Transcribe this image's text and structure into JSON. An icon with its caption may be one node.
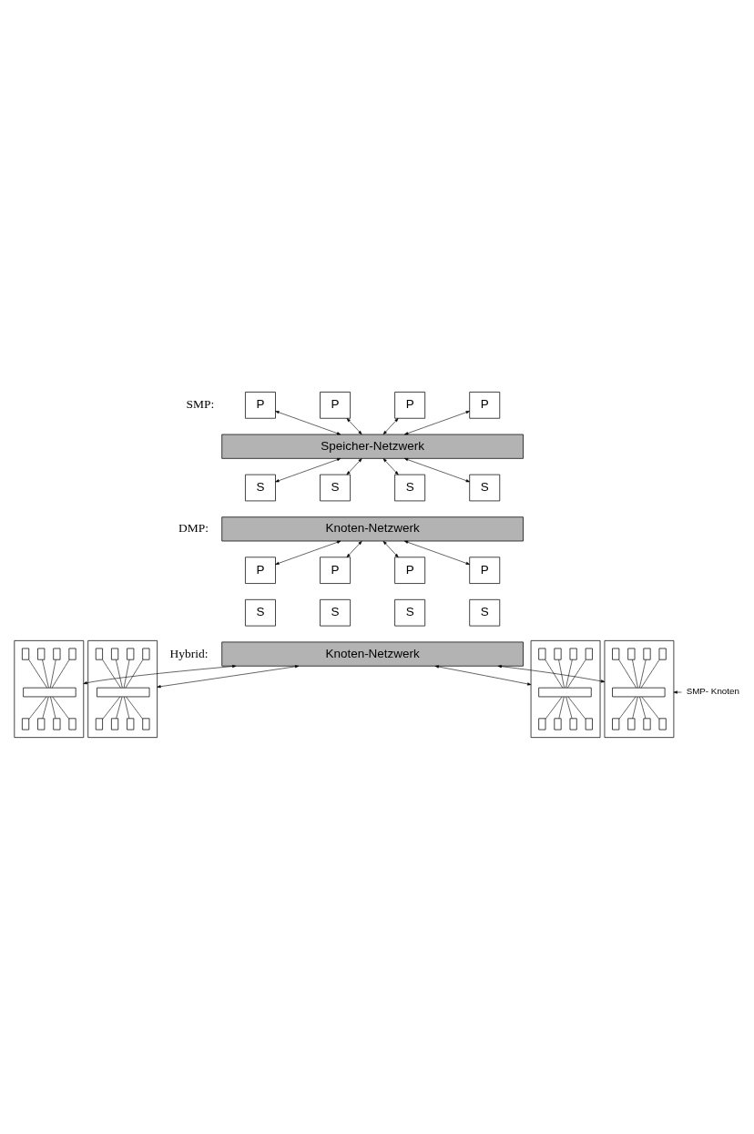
{
  "diagram": {
    "nodes": [
      {
        "text": [
          "P"
        ]
      },
      {
        "text": [
          "P"
        ]
      },
      {
        "text": [
          "P"
        ]
      },
      {
        "text": [
          "P"
        ]
      },
      {
        "text": [
          "Speicher-Netzwerk"
        ]
      },
      {
        "text": [
          "S"
        ]
      },
      {
        "text": [
          "S"
        ]
      },
      {
        "text": [
          "S"
        ]
      },
      {
        "text": [
          "S"
        ]
      },
      {
        "text": [
          "Knoten-Netzwerk"
        ]
      },
      {
        "text": [
          "P"
        ]
      },
      {
        "text": [
          "P"
        ]
      },
      {
        "text": [
          "P"
        ]
      },
      {
        "text": [
          "P"
        ]
      },
      {
        "text": [
          "S"
        ]
      },
      {
        "text": [
          "S"
        ]
      },
      {
        "text": [
          "S"
        ]
      },
      {
        "text": [
          "S"
        ]
      },
      {
        "text": [
          "Knoten-Netzwerk"
        ]
      },
      {
        "text": [],
        "shape": "box"
      },
      {
        "text": [],
        "shape": "box",
        "in": 19
      },
      {
        "text": [],
        "shape": "box",
        "in": 19
      },
      {
        "text": [],
        "shape": "box",
        "in": 19
      },
      {
        "text": [],
        "shape": "box",
        "in": 19
      },
      {
        "text": [],
        "shape": "bar",
        "in": 19
      },
      {
        "text": [],
        "shape": "box",
        "in": 19
      },
      {
        "text": [],
        "shape": "box",
        "in": 19
      },
      {
        "text": [],
        "shape": "box",
        "in": 19
      },
      {
        "text": [],
        "shape": "box",
        "in": 19
      },
      {
        "text": [],
        "shape": "box"
      },
      {
        "text": [],
        "shape": "box",
        "in": 29
      },
      {
        "text": [],
        "shape": "box",
        "in": 29
      },
      {
        "text": [],
        "shape": "box",
        "in": 29
      },
      {
        "text": [],
        "shape": "box",
        "in": 29
      },
      {
        "text": [],
        "shape": "bar",
        "in": 29
      },
      {
        "text": [],
        "shape": "box",
        "in": 29
      },
      {
        "text": [],
        "shape": "box",
        "in": 29
      },
      {
        "text": [],
        "shape": "box",
        "in": 29
      },
      {
        "text": [],
        "shape": "box",
        "in": 29
      },
      {
        "text": [],
        "shape": "box"
      },
      {
        "text": [],
        "shape": "box",
        "in": 39
      },
      {
        "text": [],
        "shape": "box",
        "in": 39
      },
      {
        "text": [],
        "shape": "box",
        "in": 39
      },
      {
        "text": [],
        "shape": "box",
        "in": 39
      },
      {
        "text": [],
        "shape": "bar",
        "in": 39
      },
      {
        "text": [],
        "shape": "box",
        "in": 39
      },
      {
        "text": [],
        "shape": "box",
        "in": 39
      },
      {
        "text": [],
        "shape": "box",
        "in": 39
      },
      {
        "text": [],
        "shape": "box",
        "in": 39
      },
      {
        "text": [],
        "shape": "box"
      },
      {
        "text": [],
        "shape": "box",
        "in": 49
      },
      {
        "text": [],
        "shape": "box",
        "in": 49
      },
      {
        "text": [],
        "shape": "box",
        "in": 49
      },
      {
        "text": [],
        "shape": "box",
        "in": 49
      },
      {
        "text": [],
        "shape": "bar",
        "in": 49
      },
      {
        "text": [],
        "shape": "box",
        "in": 49
      },
      {
        "text": [],
        "shape": "box",
        "in": 49
      },
      {
        "text": [],
        "shape": "box",
        "in": 49
      },
      {
        "text": [],
        "shape": "box",
        "in": 49
      },
      {
        "text": [
          "SMP- Knoten"
        ]
      }
    ],
    "edges": [
      {
        "from": 0,
        "to": 4,
        "arrow": "both"
      },
      {
        "from": 1,
        "to": 4,
        "arrow": "both"
      },
      {
        "from": 2,
        "to": 4,
        "arrow": "both"
      },
      {
        "from": 3,
        "to": 4,
        "arrow": "both"
      },
      {
        "from": 4,
        "to": 5,
        "arrow": "both"
      },
      {
        "from": 4,
        "to": 6,
        "arrow": "both"
      },
      {
        "from": 4,
        "to": 7,
        "arrow": "both"
      },
      {
        "from": 4,
        "to": 8,
        "arrow": "both"
      },
      {
        "from": 9,
        "to": 10,
        "arrow": "both"
      },
      {
        "from": 9,
        "to": 11,
        "arrow": "both"
      },
      {
        "from": 9,
        "to": 12,
        "arrow": "both"
      },
      {
        "from": 9,
        "to": 13,
        "arrow": "both"
      },
      {
        "from": 18,
        "to": 19,
        "arrow": "both"
      },
      {
        "from": 18,
        "to": 29,
        "arrow": "both"
      },
      {
        "from": 18,
        "to": 39,
        "arrow": "both"
      },
      {
        "from": 18,
        "to": 49,
        "arrow": "both"
      },
      {
        "from": 20,
        "to": 24,
        "arrow": "none"
      },
      {
        "from": 21,
        "to": 24,
        "arrow": "none"
      },
      {
        "from": 22,
        "to": 24,
        "arrow": "none"
      },
      {
        "from": 23,
        "to": 24,
        "arrow": "none"
      },
      {
        "from": 24,
        "to": 25,
        "arrow": "none"
      },
      {
        "from": 24,
        "to": 26,
        "arrow": "none"
      },
      {
        "from": 24,
        "to": 27,
        "arrow": "none"
      },
      {
        "from": 24,
        "to": 28,
        "arrow": "none"
      },
      {
        "from": 30,
        "to": 34,
        "arrow": "none"
      },
      {
        "from": 31,
        "to": 34,
        "arrow": "none"
      },
      {
        "from": 32,
        "to": 34,
        "arrow": "none"
      },
      {
        "from": 33,
        "to": 34,
        "arrow": "none"
      },
      {
        "from": 34,
        "to": 35,
        "arrow": "none"
      },
      {
        "from": 34,
        "to": 36,
        "arrow": "none"
      },
      {
        "from": 34,
        "to": 37,
        "arrow": "none"
      },
      {
        "from": 34,
        "to": 38,
        "arrow": "none"
      },
      {
        "from": 40,
        "to": 44,
        "arrow": "none"
      },
      {
        "from": 41,
        "to": 44,
        "arrow": "none"
      },
      {
        "from": 42,
        "to": 44,
        "arrow": "none"
      },
      {
        "from": 43,
        "to": 44,
        "arrow": "none"
      },
      {
        "from": 44,
        "to": 45,
        "arrow": "none"
      },
      {
        "from": 44,
        "to": 46,
        "arrow": "none"
      },
      {
        "from": 44,
        "to": 47,
        "arrow": "none"
      },
      {
        "from": 44,
        "to": 48,
        "arrow": "none"
      },
      {
        "from": 50,
        "to": 54,
        "arrow": "none"
      },
      {
        "from": 51,
        "to": 54,
        "arrow": "none"
      },
      {
        "from": 52,
        "to": 54,
        "arrow": "none"
      },
      {
        "from": 53,
        "to": 54,
        "arrow": "none"
      },
      {
        "from": 54,
        "to": 55,
        "arrow": "none"
      },
      {
        "from": 54,
        "to": 56,
        "arrow": "none"
      },
      {
        "from": 54,
        "to": 57,
        "arrow": "none"
      },
      {
        "from": 54,
        "to": 58,
        "arrow": "none"
      },
      {
        "from": 59,
        "to": 49,
        "arrow": "to"
      }
    ],
    "labels": [
      "SMP:",
      "DMP:",
      "Hybrid:"
    ]
  }
}
